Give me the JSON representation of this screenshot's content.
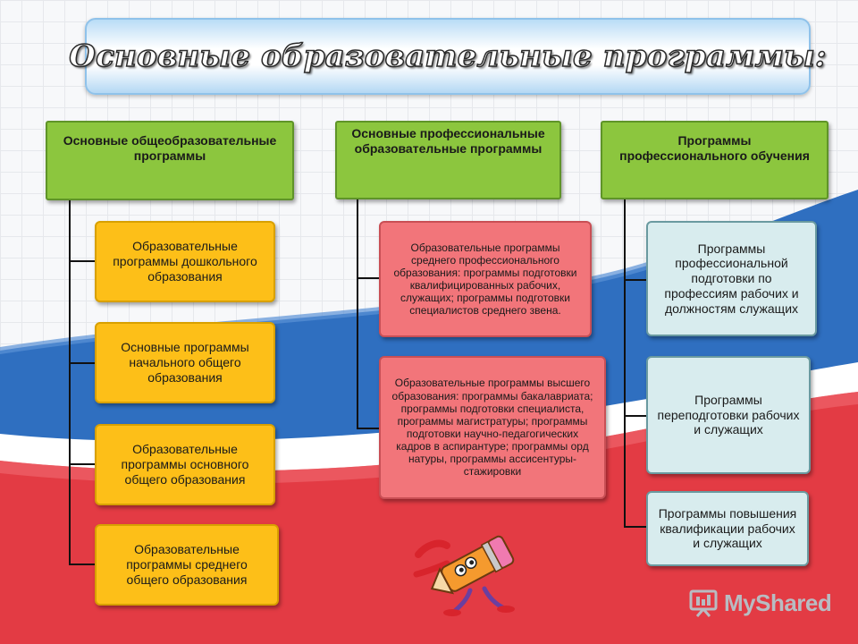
{
  "title": "Основные образовательные программы:",
  "columns": [
    {
      "header": "Основные общеобразовательные программы",
      "color": "#8cc63e",
      "items": [
        "Образовательные программы дошкольного образования",
        "Основные программы начального общего образования",
        "Образовательные программы основного общего образования",
        "Образовательные программы среднего общего образования"
      ]
    },
    {
      "header": "Основные профессиональные образовательные программы",
      "color": "#8cc63e",
      "items": [
        "Образовательные программы среднего профессионального образования: программы подготовки квалифицированных рабочих, служащих; программы подготовки специалистов среднего звена.",
        "Образовательные программы высшего образования: программы бакалавриата; программы подготовки специалиста, программы магистратуры; программы подготовки научно-педагогических кадров в аспирантуре; программы орд натуры, программы ассисентуры-стажировки"
      ]
    },
    {
      "header": "Программы профессионального обучения",
      "color": "#8cc63e",
      "items": [
        "Программы профессиональной подготовки по профессиям рабочих и должностям служащих",
        "Программы переподготовки рабочих и служащих",
        "Программы повышения квалификации рабочих и служащих"
      ]
    }
  ],
  "colors": {
    "yellow": "#fdbf18",
    "red": "#f2757a",
    "teal": "#d8ecee",
    "header_green": "#8cc63e"
  },
  "watermark": {
    "text": "MyShared",
    "icon": "presentation-board-icon"
  }
}
